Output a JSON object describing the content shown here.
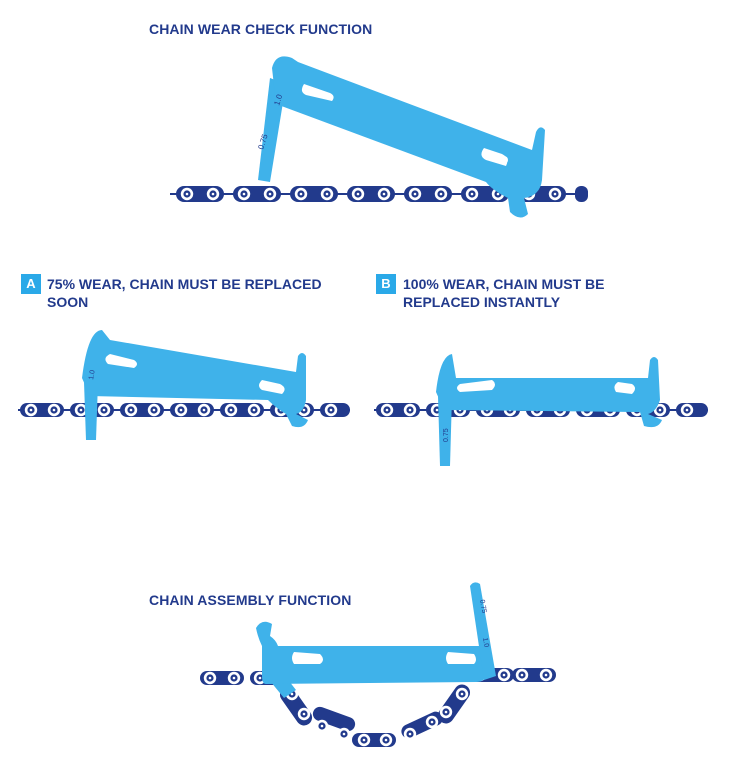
{
  "colors": {
    "tool": "#3fb2ea",
    "chain": "#223a8c",
    "text": "#223a8c",
    "badge": "#2aa9e8"
  },
  "top": {
    "title": "CHAIN WEAR CHECK FUNCTION",
    "mark_a": "0.75",
    "mark_b": "1.0"
  },
  "panel_a": {
    "badge": "A",
    "caption_line1": "75% WEAR, CHAIN MUST BE REPLACED",
    "caption_line2": "SOON",
    "mark": "1.0"
  },
  "panel_b": {
    "badge": "B",
    "caption_line1": "100% WEAR, CHAIN MUST BE",
    "caption_line2": "REPLACED INSTANTLY",
    "mark": "0.75"
  },
  "bottom": {
    "title": "CHAIN ASSEMBLY FUNCTION",
    "mark_a": "0.75",
    "mark_b": "1.0"
  }
}
